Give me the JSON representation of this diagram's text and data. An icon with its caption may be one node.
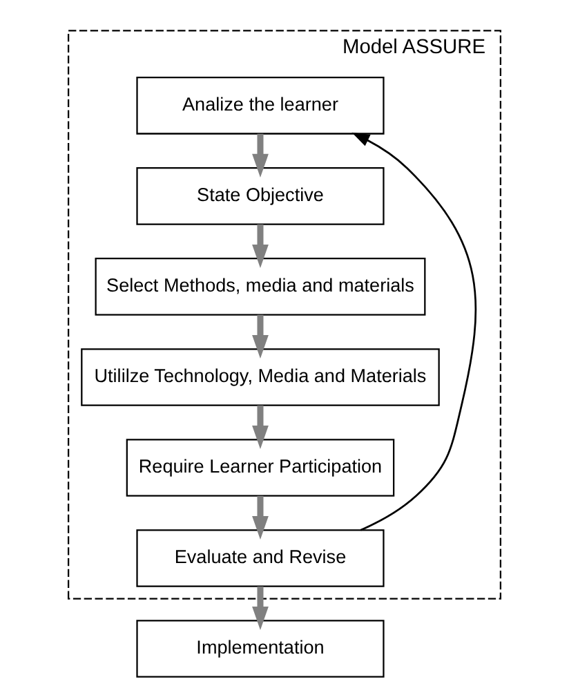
{
  "diagram": {
    "nodes": [
      {
        "text": [
          "Model ASSURE"
        ]
      },
      {
        "text": [
          "Analize the learner"
        ],
        "in": 0
      },
      {
        "text": [
          "State Objective"
        ],
        "in": 0
      },
      {
        "text": [
          "Select Methods, media and materials"
        ],
        "in": 0
      },
      {
        "text": [
          "Utililze Technology, Media and Materials"
        ],
        "in": 0
      },
      {
        "text": [
          "Require Learner Participation"
        ],
        "in": 0
      },
      {
        "text": [
          "Evaluate and Revise"
        ],
        "in": 0
      },
      {
        "text": [
          "Implementation"
        ]
      }
    ],
    "edges": [
      {
        "from": 1,
        "to": 2,
        "arrow": "to"
      },
      {
        "from": 2,
        "to": 3,
        "arrow": "to"
      },
      {
        "from": 3,
        "to": 4,
        "arrow": "to"
      },
      {
        "from": 4,
        "to": 5,
        "arrow": "to"
      },
      {
        "from": 5,
        "to": 6,
        "arrow": "to"
      },
      {
        "from": 6,
        "to": 7,
        "arrow": "to"
      },
      {
        "from": 6,
        "to": 1,
        "arrow": "to",
        "color": "#000000"
      }
    ]
  }
}
